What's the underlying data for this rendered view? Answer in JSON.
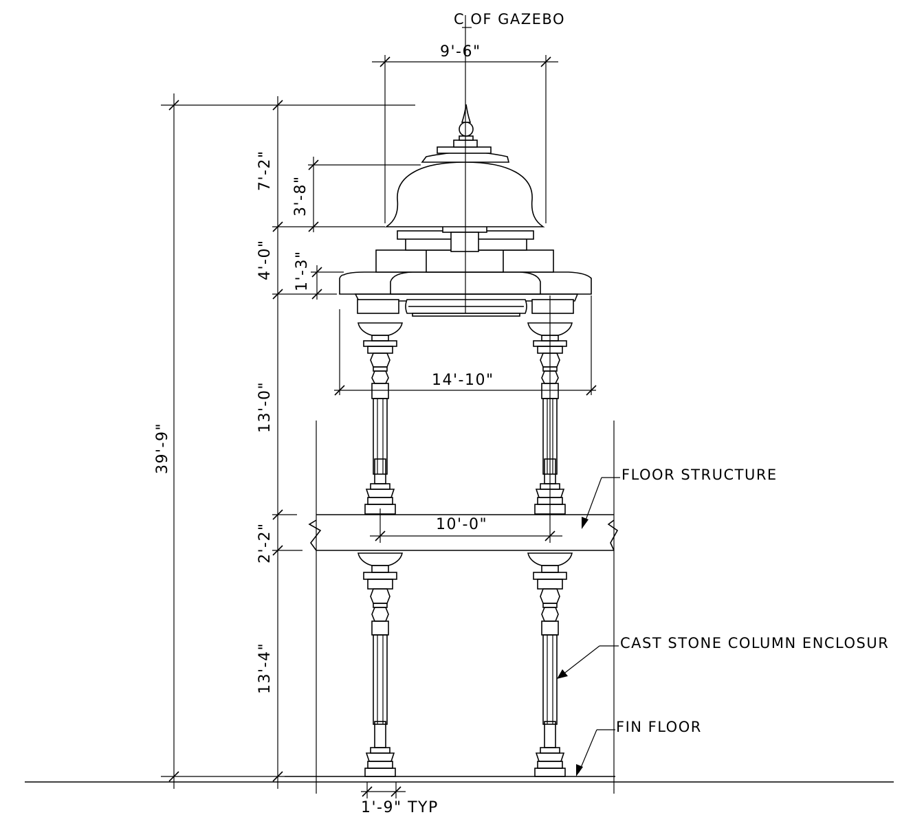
{
  "labels": {
    "centerline": "C OF GAZEBO",
    "floor_structure": "FLOOR STRUCTURE",
    "cast_stone": "CAST STONE COLUMN ENCLOSUR",
    "fin_floor": "FIN FLOOR"
  },
  "dimensions": {
    "total_height": "39'-9\"",
    "upper_column": "13'-0\"",
    "floor_thickness": "2'-2\"",
    "lower_column": "13'-4\"",
    "roof_band": "4'-0\"",
    "eave": "1'-3\"",
    "dome_zone": "7'-2\"",
    "dome": "3'-8\"",
    "dome_width": "9'-6\"",
    "roof_width": "14'-10\"",
    "column_spacing": "10'-0\"",
    "column_base": "1'-9\" TYP"
  }
}
